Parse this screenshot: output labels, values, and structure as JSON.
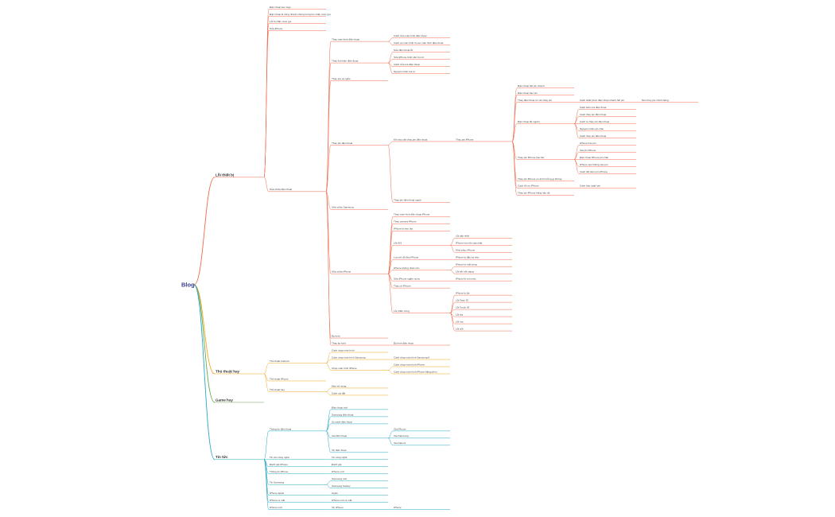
{
  "root": "Blog",
  "branches": [
    {
      "label": "Lỗi thiết bị",
      "color": "#f06a4a",
      "children": [
        {
          "label": "Điện thoại treo logo",
          "children": []
        },
        {
          "label": "Điện thoại bị nóng nhanh chóng trong lúc nhân cuộc gọi",
          "children": []
        },
        {
          "label": "Lỗi bị chặn cuộc gọi",
          "children": []
        },
        {
          "label": "Sửa iPhone",
          "children": []
        },
        {
          "label": "Sửa chữa điện thoại",
          "children": [
            {
              "label": "Thay màn hình điện thoại",
              "children": [
                {
                  "label": "Cách sửa màn hình điện thoại",
                  "children": []
                },
                {
                  "label": "Cách ép màn hình bị sọc màn hình điện thoại",
                  "children": []
                }
              ]
            },
            {
              "label": "Thay linh kiện điện thoại",
              "children": [
                {
                  "label": "Sửa điện thoại lỗi",
                  "children": []
                },
                {
                  "label": "Sửa iPhone hình nền bị mờ",
                  "children": []
                },
                {
                  "label": "Cách sửa loa điện thoại",
                  "children": []
                },
                {
                  "label": "Nguyên nhân loa rè",
                  "children": []
                }
              ]
            },
            {
              "label": "Thay loa và nghe",
              "children": []
            },
            {
              "label": "Thay pin điện thoại",
              "children": [
                {
                  "label": "Khi nào cần thay pin điện thoại",
                  "children": [
                    {
                      "label": "Thay pin iPhone",
                      "children": [
                        {
                          "label": "Điện thoại hết pin nhanh",
                          "children": []
                        },
                        {
                          "label": "Điện thoại hao pin",
                          "children": []
                        },
                        {
                          "label": "Thay điện thoại có nên thay pin",
                          "children": [
                            {
                              "label": "Cách khắc phục điện thoại nhanh hết pin",
                              "children": [
                                {
                                  "label": "Nên thay pin chính hãng",
                                  "children": []
                                }
                              ]
                            }
                          ]
                        },
                        {
                          "label": "Điện thoại tắt nguồn",
                          "children": [
                            {
                              "label": "Cách kiểm tra điện thoại",
                              "children": []
                            },
                            {
                              "label": "Cách thay pin điện thoại",
                              "children": []
                            },
                            {
                              "label": "Cách tự thay pin điện thoại",
                              "children": []
                            },
                            {
                              "label": "Nguyên nhân pin chai",
                              "children": []
                            },
                            {
                              "label": "Cách thay pin điện thoại",
                              "children": []
                            }
                          ]
                        },
                        {
                          "label": "Thay pin iPhone bao lâu",
                          "children": [
                            {
                              "label": "iPhone hao pin",
                              "children": []
                            },
                            {
                              "label": "Giá pin iPhone",
                              "children": []
                            },
                            {
                              "label": "Điện thoại iPhone pin chai",
                              "children": []
                            },
                            {
                              "label": "iPhone sạc không vào pin",
                              "children": []
                            },
                            {
                              "label": "Cách tiết kiệm pin iPhone",
                              "children": []
                            }
                          ]
                        },
                        {
                          "label": "Thay pin iPhone có ảnh hưởng gì không",
                          "children": []
                        },
                        {
                          "label": "Cách tối ưu iPhone",
                          "children": [
                            {
                              "label": "Cách bảo quản pin",
                              "children": []
                            }
                          ]
                        },
                        {
                          "label": "Thay pin iPhone hãng nào tốt",
                          "children": []
                        }
                      ]
                    }
                  ]
                },
                {
                  "label": "Thay pin điện thoại ngoài",
                  "children": []
                }
              ]
            },
            {
              "label": "Sửa chữa Samsung",
              "children": []
            },
            {
              "label": "Sửa chữa iPhone",
              "children": [
                {
                  "label": "Thay màn hình điện thoại iPhone",
                  "children": []
                },
                {
                  "label": "Thay camera iPhone",
                  "children": []
                },
                {
                  "label": "iPhone bị treo táo",
                  "children": []
                },
                {
                  "label": "Lỗi iOS",
                  "children": [
                    {
                      "label": "Lỗi cập nhật",
                      "children": []
                    },
                    {
                      "label": "iPhone treo khi cập nhật",
                      "children": []
                    },
                    {
                      "label": "Khôi phục iPhone",
                      "children": []
                    }
                  ]
                },
                {
                  "label": "Lưu trữ dữ liệu iPhone",
                  "children": [
                    {
                      "label": "iPhone bị đầy bộ nhớ",
                      "children": []
                    }
                  ]
                },
                {
                  "label": "iPhone không nhận sim",
                  "children": [
                    {
                      "label": "iPhone bị mất sóng",
                      "children": []
                    },
                    {
                      "label": "Lỗi kết nối mạng",
                      "children": []
                    }
                  ]
                },
                {
                  "label": "Sửa iPhone ngấm nước",
                  "children": [
                    {
                      "label": "iPhone bị rơi nước",
                      "children": []
                    }
                  ]
                },
                {
                  "label": "Thay vỏ iPhone",
                  "children": []
                },
                {
                  "label": "Lỗi phần cứng",
                  "children": [
                    {
                      "label": "iPhone bị đơ",
                      "children": []
                    },
                    {
                      "label": "Lỗi Face ID",
                      "children": []
                    },
                    {
                      "label": "Lỗi Touch ID",
                      "children": []
                    },
                    {
                      "label": "Lỗi loa",
                      "children": []
                    },
                    {
                      "label": "Lỗi mic",
                      "children": []
                    },
                    {
                      "label": "Lỗi wifi",
                      "children": []
                    }
                  ]
                }
              ]
            },
            {
              "label": "Ép kính",
              "children": []
            },
            {
              "label": "Thay ép kính",
              "children": [
                {
                  "label": "Ép kính điện thoại",
                  "children": []
                }
              ]
            }
          ]
        }
      ]
    },
    {
      "label": "Thủ thuật hay",
      "color": "#f0a81e",
      "children": [
        {
          "label": "Thủ thuật Android",
          "children": [
            {
              "label": "Cách chụp màn hình",
              "children": []
            },
            {
              "label": "Cách chụp màn hình Samsung",
              "children": [
                {
                  "label": "Cách chụp màn hình Samsung A",
                  "children": []
                }
              ]
            },
            {
              "label": "Chụp màn hình iPhone",
              "children": [
                {
                  "label": "Cách chụp màn hình iPhone",
                  "children": []
                },
                {
                  "label": "Cách chụp màn hình iPhone bằng phím",
                  "children": []
                }
              ]
            }
          ]
        },
        {
          "label": "Thủ thuật iPhone",
          "children": []
        },
        {
          "label": "Thủ thuật hay",
          "children": [
            {
              "label": "Mẹo sử dụng",
              "children": []
            },
            {
              "label": "Cách cài đặt",
              "children": []
            }
          ]
        }
      ]
    },
    {
      "label": "Game hay",
      "color": "#6aa84f",
      "children": []
    },
    {
      "label": "Tin tức",
      "color": "#26a7c4",
      "children": [
        {
          "label": "Thông tin điện thoại",
          "children": [
            {
              "label": "Điện thoại mới",
              "children": []
            },
            {
              "label": "Samsung điện thoại",
              "children": []
            },
            {
              "label": "So sánh điện thoại",
              "children": []
            },
            {
              "label": "Giá điện thoại",
              "children": [
                {
                  "label": "Giá iPhone",
                  "children": []
                },
                {
                  "label": "Giá Samsung",
                  "children": []
                },
                {
                  "label": "Giá Xiaomi",
                  "children": []
                }
              ]
            },
            {
              "label": "Tin điện thoại",
              "children": []
            }
          ]
        },
        {
          "label": "Tin tức công nghệ",
          "children": [
            {
              "label": "Tin công nghệ",
              "children": []
            }
          ]
        },
        {
          "label": "Đánh giá iPhone",
          "children": [
            {
              "label": "Đánh giá",
              "children": []
            }
          ]
        },
        {
          "label": "Thông tin iPhone",
          "children": [
            {
              "label": "iPhone mới",
              "children": []
            }
          ]
        },
        {
          "label": "Tin Samsung",
          "children": [
            {
              "label": "Samsung mới",
              "children": []
            },
            {
              "label": "Samsung Galaxy",
              "children": []
            }
          ]
        },
        {
          "label": "iPhone Apple",
          "children": [
            {
              "label": "Apple",
              "children": []
            }
          ]
        },
        {
          "label": "iPhone ra mắt",
          "children": [
            {
              "label": "iPhone mới ra mắt",
              "children": []
            }
          ]
        },
        {
          "label": "iPhone mới",
          "children": [
            {
              "label": "Tin iPhone",
              "children": [
                {
                  "label": "iPhone",
                  "children": []
                }
              ]
            }
          ]
        }
      ]
    }
  ]
}
